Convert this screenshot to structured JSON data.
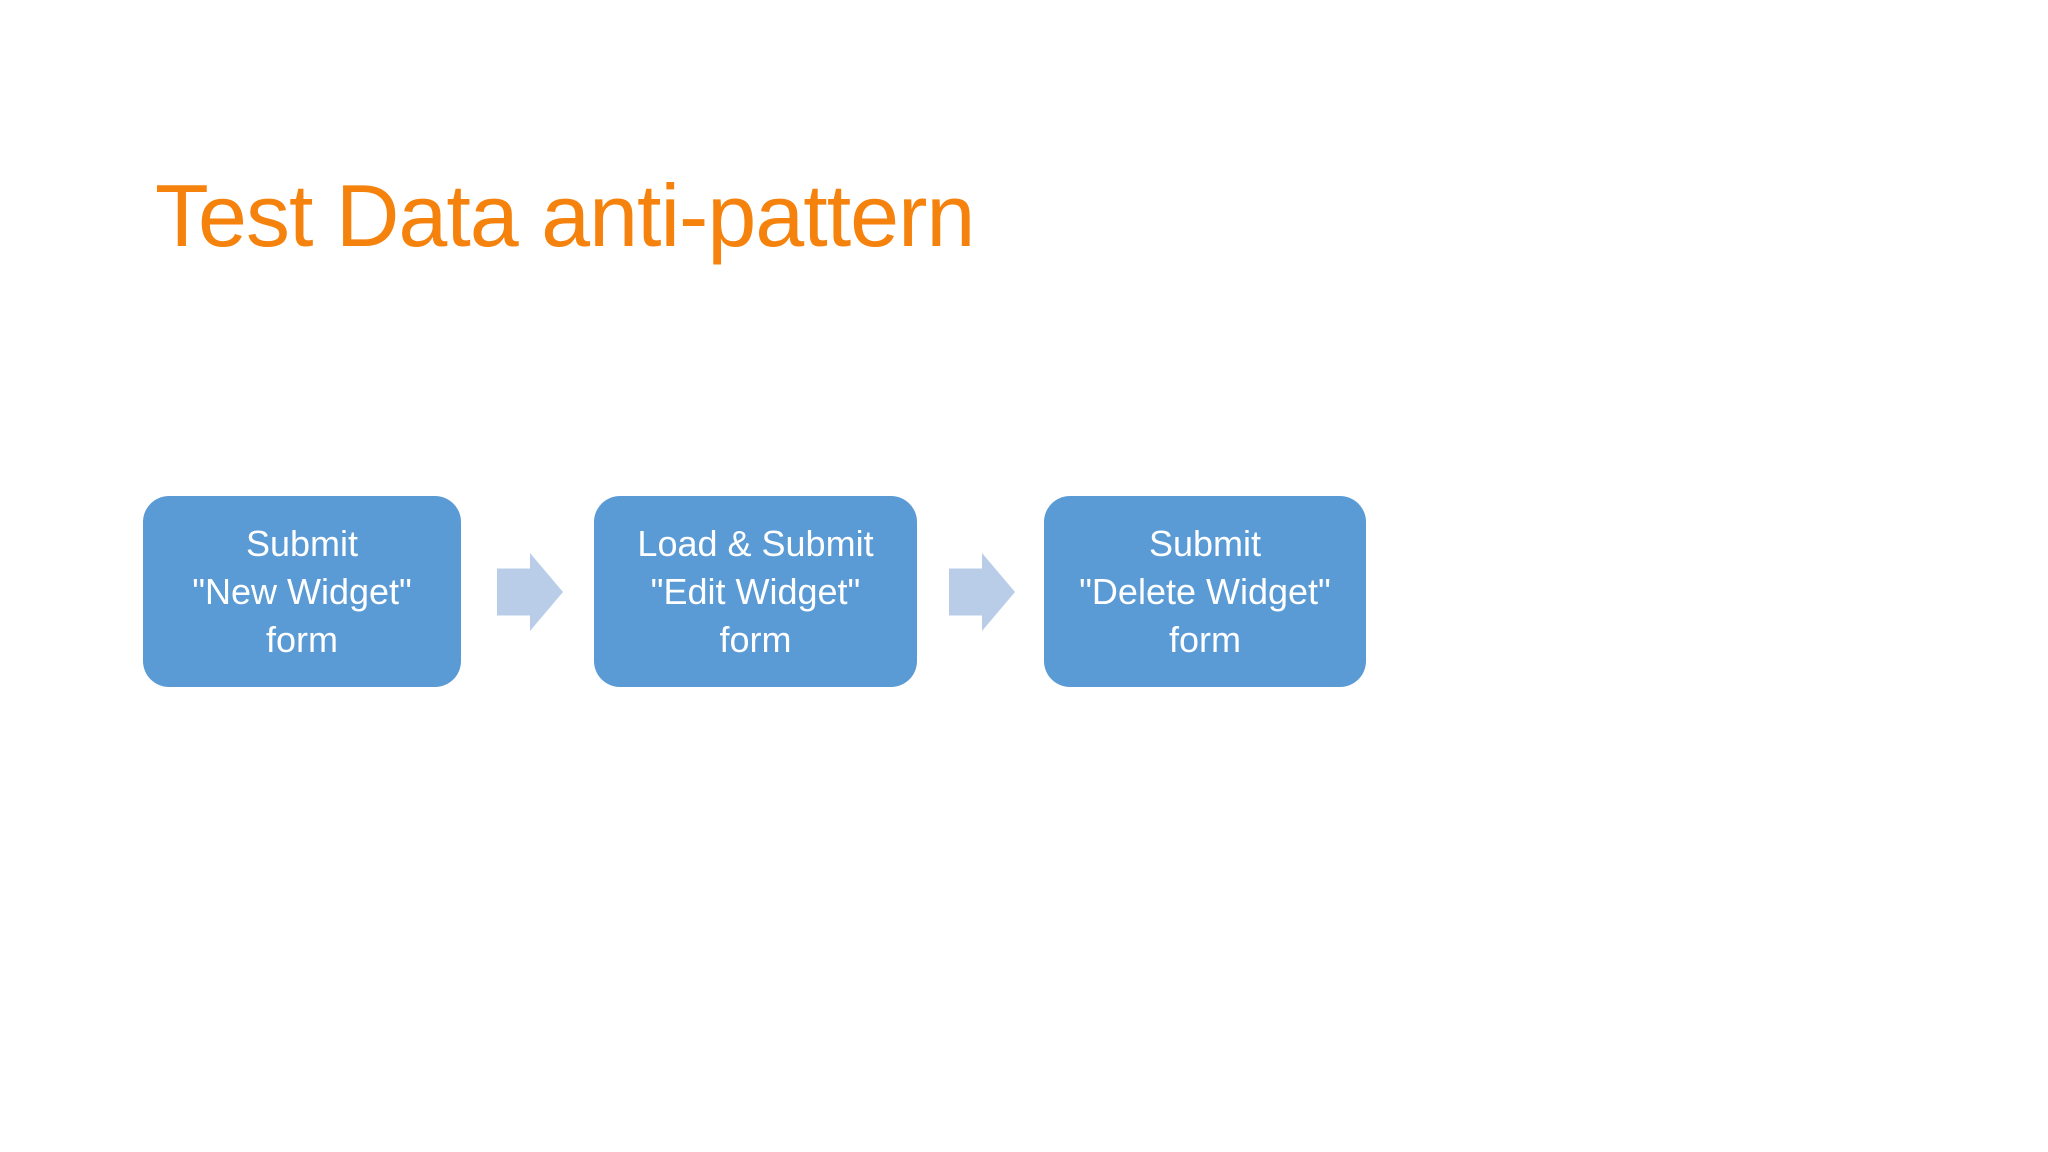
{
  "slide": {
    "title": "Test Data anti-pattern"
  },
  "colors": {
    "background": "#FFFFFF",
    "title": "#F5820D",
    "box_fill": "#5B9BD5",
    "box_text": "#FFFFFF",
    "arrow_fill": "#B9CDE9"
  },
  "flow": {
    "steps": [
      {
        "lines": [
          "Submit",
          "\"New Widget\"",
          "form"
        ]
      },
      {
        "lines": [
          "Load & Submit",
          "\"Edit Widget\"",
          "form"
        ]
      },
      {
        "lines": [
          "Submit",
          "\"Delete Widget\"",
          "form"
        ]
      }
    ],
    "arrow_icon": "right-block-arrow"
  }
}
